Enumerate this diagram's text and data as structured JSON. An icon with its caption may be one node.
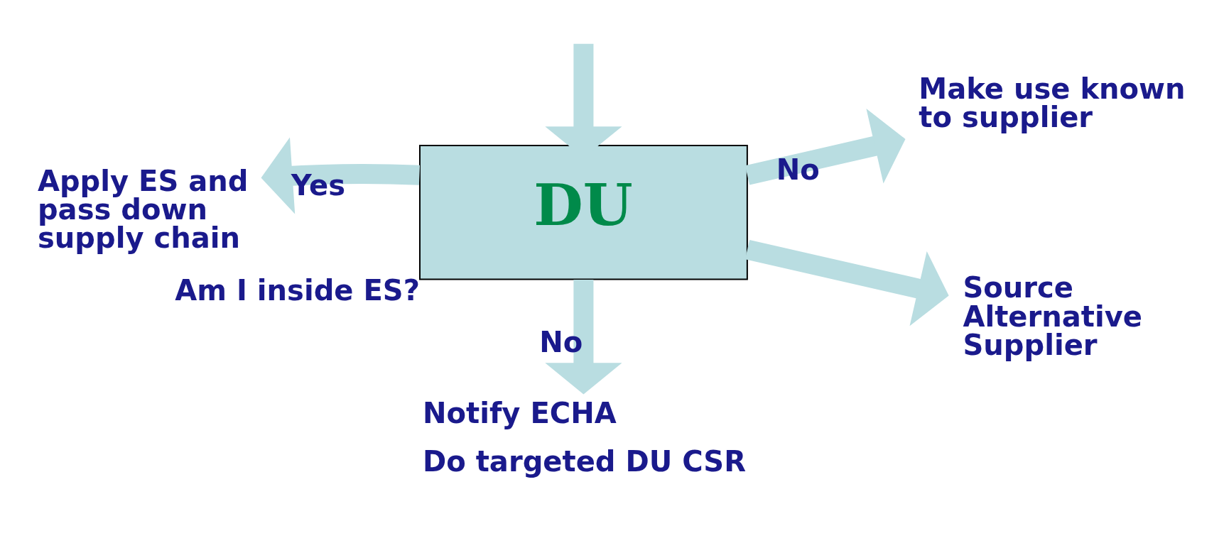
{
  "diagram": {
    "nodes": [
      {
        "text": [
          "Am I inside ES?",
          "DU"
        ]
      },
      {
        "text": [
          "Apply ES and pass down supply chain"
        ]
      },
      {
        "text": [
          "Make use known to supplier"
        ]
      },
      {
        "text": [
          "Source Alternative Supplier"
        ]
      },
      {
        "text": [
          "Notify ECHA",
          "Do targeted DU CSR"
        ]
      }
    ],
    "edges": [
      {
        "from": null,
        "to": 0,
        "arrow": "to"
      },
      {
        "from": 0,
        "to": 1,
        "arrow": "to",
        "label": "Yes"
      },
      {
        "from": 0,
        "to": 2,
        "arrow": "to",
        "label": "No"
      },
      {
        "from": 0,
        "to": 3,
        "arrow": "to"
      },
      {
        "from": 0,
        "to": 4,
        "arrow": "to",
        "label": "No"
      }
    ]
  }
}
